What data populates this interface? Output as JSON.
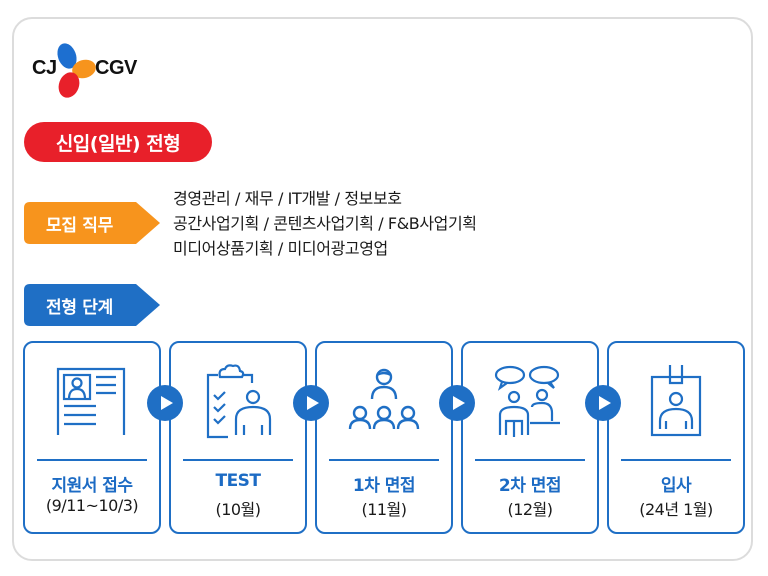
{
  "logo": {
    "left_text": "CJ",
    "right_text": "CGV",
    "petal_colors": {
      "blue": "#1d6fd0",
      "orange": "#f7941d",
      "red": "#e8202a"
    }
  },
  "section_title": "신입(일반) 전형",
  "recruit_tag": "모집 직무",
  "jobs": [
    "경영관리 / 재무 / IT개발 / 정보보호",
    "공간사업기획 / 콘텐츠사업기획 / F&B사업기획",
    "미디어상품기획 / 미디어광고영업"
  ],
  "process_tag": "전형 단계",
  "steps": [
    {
      "icon": "resume-icon",
      "title": "지원서 접수",
      "date": "(9/11~10/3)"
    },
    {
      "icon": "test-checklist-icon",
      "title": "TEST",
      "date": "(10월)"
    },
    {
      "icon": "group-interview-icon",
      "title": "1차 면접",
      "date": "(11월)"
    },
    {
      "icon": "discussion-interview-icon",
      "title": "2차 면접",
      "date": "(12월)"
    },
    {
      "icon": "id-badge-icon",
      "title": "입사",
      "date": "(24년 1월)"
    }
  ],
  "colors": {
    "red": "#e8202a",
    "orange": "#f7941d",
    "blue": "#1f6fc5",
    "step_title": "#1c6bc4",
    "text": "#1a1a1a"
  }
}
